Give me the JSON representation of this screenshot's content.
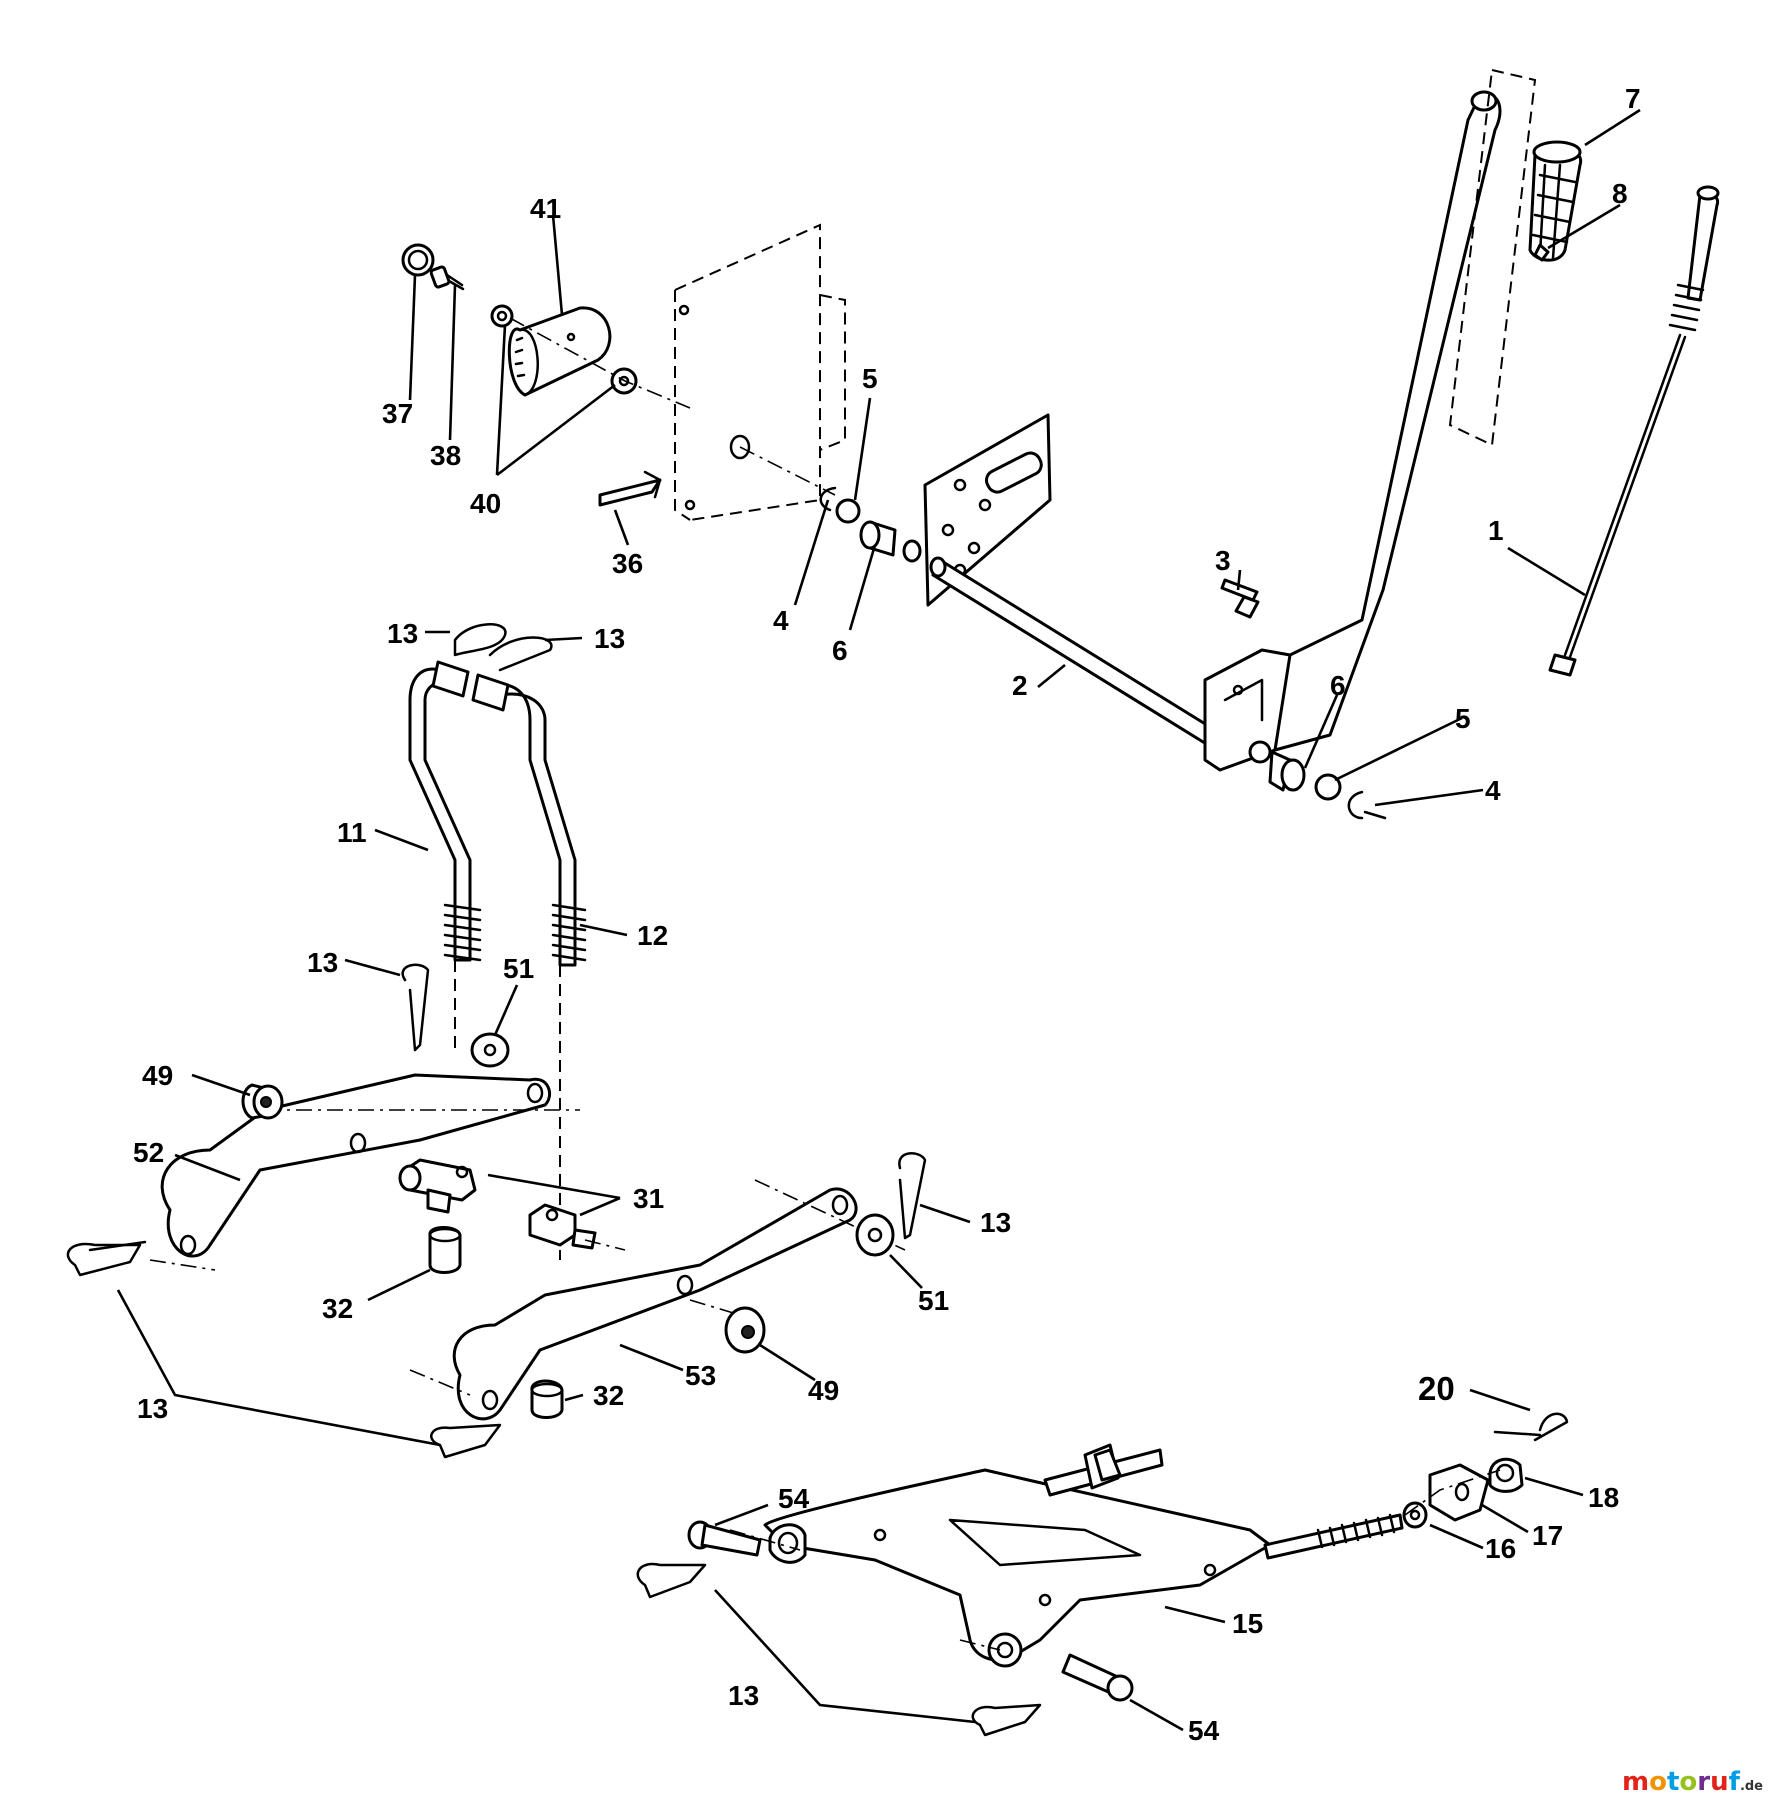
{
  "callouts": [
    {
      "id": "c1",
      "label": "1"
    },
    {
      "id": "c2",
      "label": "2"
    },
    {
      "id": "c3",
      "label": "3"
    },
    {
      "id": "c4a",
      "label": "4"
    },
    {
      "id": "c4b",
      "label": "4"
    },
    {
      "id": "c5a",
      "label": "5"
    },
    {
      "id": "c5b",
      "label": "5"
    },
    {
      "id": "c6a",
      "label": "6"
    },
    {
      "id": "c6b",
      "label": "6"
    },
    {
      "id": "c7",
      "label": "7"
    },
    {
      "id": "c8",
      "label": "8"
    },
    {
      "id": "c11",
      "label": "11"
    },
    {
      "id": "c12",
      "label": "12"
    },
    {
      "id": "c13a",
      "label": "13"
    },
    {
      "id": "c13b",
      "label": "13"
    },
    {
      "id": "c13c",
      "label": "13"
    },
    {
      "id": "c13d",
      "label": "13"
    },
    {
      "id": "c13e",
      "label": "13"
    },
    {
      "id": "c13f",
      "label": "13"
    },
    {
      "id": "c15",
      "label": "15"
    },
    {
      "id": "c16",
      "label": "16"
    },
    {
      "id": "c17",
      "label": "17"
    },
    {
      "id": "c18",
      "label": "18"
    },
    {
      "id": "c20",
      "label": "20"
    },
    {
      "id": "c31",
      "label": "31"
    },
    {
      "id": "c32a",
      "label": "32"
    },
    {
      "id": "c32b",
      "label": "32"
    },
    {
      "id": "c36",
      "label": "36"
    },
    {
      "id": "c37",
      "label": "37"
    },
    {
      "id": "c38",
      "label": "38"
    },
    {
      "id": "c40",
      "label": "40"
    },
    {
      "id": "c41",
      "label": "41"
    },
    {
      "id": "c49a",
      "label": "49"
    },
    {
      "id": "c49b",
      "label": "49"
    },
    {
      "id": "c51a",
      "label": "51"
    },
    {
      "id": "c51b",
      "label": "51"
    },
    {
      "id": "c52",
      "label": "52"
    },
    {
      "id": "c53",
      "label": "53"
    },
    {
      "id": "c54a",
      "label": "54"
    },
    {
      "id": "c54b",
      "label": "54"
    }
  ],
  "watermark": {
    "text": "motoruf",
    "suffix": ".de",
    "colors": [
      "#e2231a",
      "#f39200",
      "#009fe3",
      "#95c11f",
      "#6f2c91",
      "#e2231a",
      "#009fe3"
    ]
  }
}
